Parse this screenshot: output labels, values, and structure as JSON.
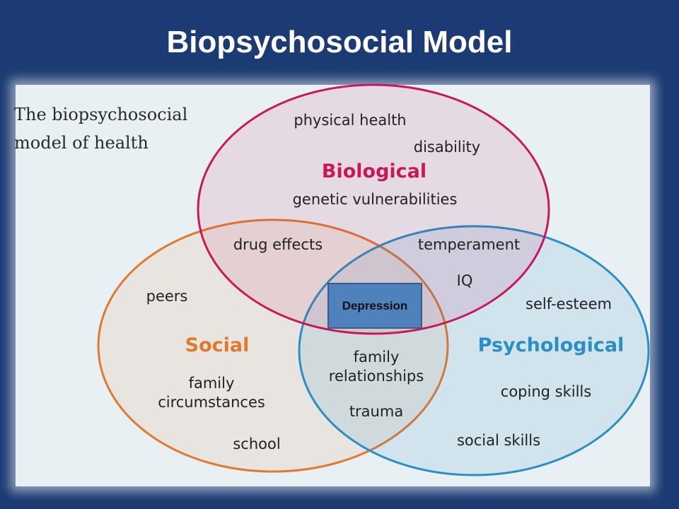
{
  "title": "Biopsychosocial Model",
  "caption": [
    "The biopsychosocial",
    "model of health"
  ],
  "colors": {
    "background": "#1c3a73",
    "biological": "#c8185a",
    "social": "#e07a2e",
    "psychological": "#2a8fc2",
    "center_box": "#4f81bd"
  },
  "circles": {
    "biological": {
      "label": "Biological",
      "items": [
        "physical health",
        "disability",
        "genetic vulnerabilities"
      ]
    },
    "social": {
      "label": "Social",
      "items": [
        "peers",
        "family",
        "circumstances",
        "school"
      ]
    },
    "psychological": {
      "label": "Psychological",
      "items": [
        "self-esteem",
        "coping skills",
        "social skills"
      ]
    }
  },
  "overlaps": {
    "bio_social": [
      "drug effects"
    ],
    "bio_psych": [
      "temperament",
      "IQ"
    ],
    "social_psych": [
      "family",
      "relationships",
      "trauma"
    ]
  },
  "center": {
    "label": "Depression"
  }
}
